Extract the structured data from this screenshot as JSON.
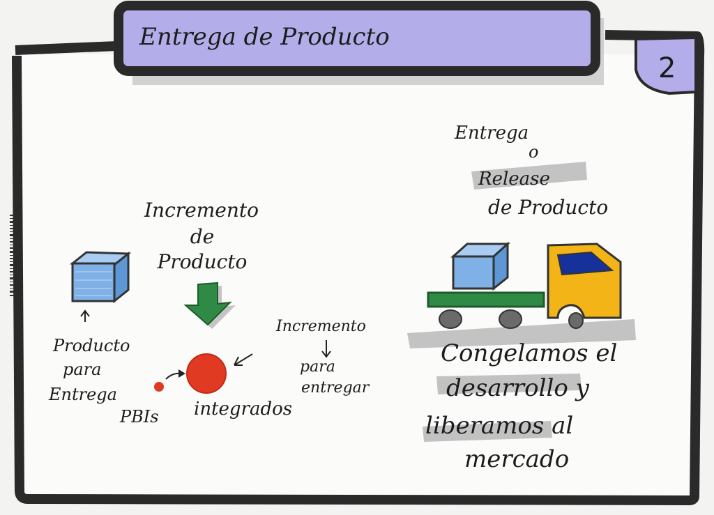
{
  "header": {
    "title": "Entrega de Producto"
  },
  "page_number": "2",
  "increment": {
    "label_line1": "Incremento",
    "label_line2": "de",
    "label_line3": "Producto"
  },
  "box_label": {
    "line1": "Producto",
    "line2": "para",
    "line3": "Entrega"
  },
  "pbis_label": "PBIs",
  "integrated_label": "integrados",
  "deliver_label": {
    "line1": "Incremento",
    "line2": "para",
    "line3": "entregar"
  },
  "release_label": {
    "line1": "Entrega",
    "line2": "o",
    "line3": "Release",
    "line4": "de Producto"
  },
  "freeze_text": {
    "line1": "Congelamos el",
    "line2": "desarrollo y",
    "line3": "liberamos al",
    "line4": "mercado"
  },
  "colors": {
    "frame": "#2b2a2a",
    "header_fill": "#b3aeea",
    "cube": "#7fb1e6",
    "arrow": "#2f8a45",
    "ball": "#e03b22",
    "truck_body": "#f3b418",
    "truck_window": "#17319a",
    "truck_bed": "#2f8a45",
    "wheel": "#6a6a6a",
    "highlight_gray": "#b9b9b9"
  }
}
